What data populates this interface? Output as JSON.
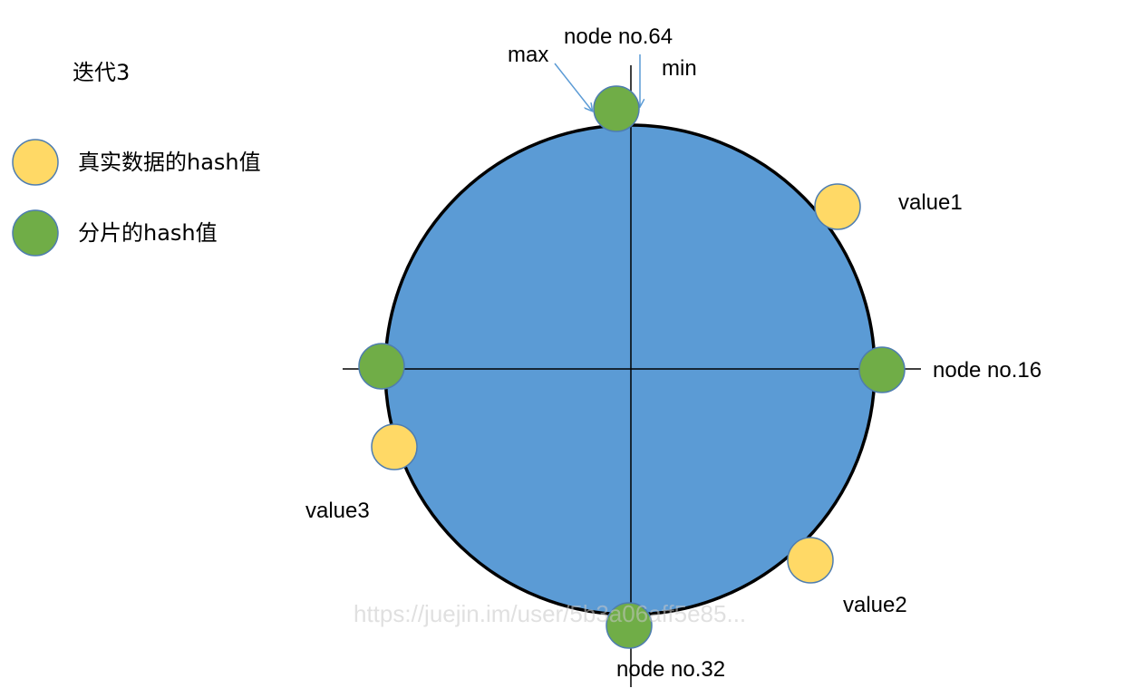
{
  "title": "迭代3",
  "legend": [
    {
      "label": "真实数据的hash值",
      "color": "#FFD966"
    },
    {
      "label": "分片的hash值",
      "color": "#70AD47"
    }
  ],
  "ring": {
    "fill": "#5B9BD5",
    "stroke": "#000000"
  },
  "colors": {
    "node_fill": "#70AD47",
    "value_fill": "#FFD966",
    "marker_stroke": "#4E7DB0",
    "arrow": "#5B9BD5",
    "axis": "#000000",
    "watermark": "#C8C8C8"
  },
  "nodes": [
    {
      "label": "node no.64"
    },
    {
      "label": "node no.16"
    },
    {
      "label": "node no.32"
    },
    {
      "label": "",
      "unlabeled": true
    }
  ],
  "values": [
    {
      "label": "value1"
    },
    {
      "label": "value2"
    },
    {
      "label": "value3"
    }
  ],
  "pointers": {
    "max": "max",
    "min": "min"
  },
  "watermark": "https://juejin.im/user/5b3a06aff5e85..."
}
